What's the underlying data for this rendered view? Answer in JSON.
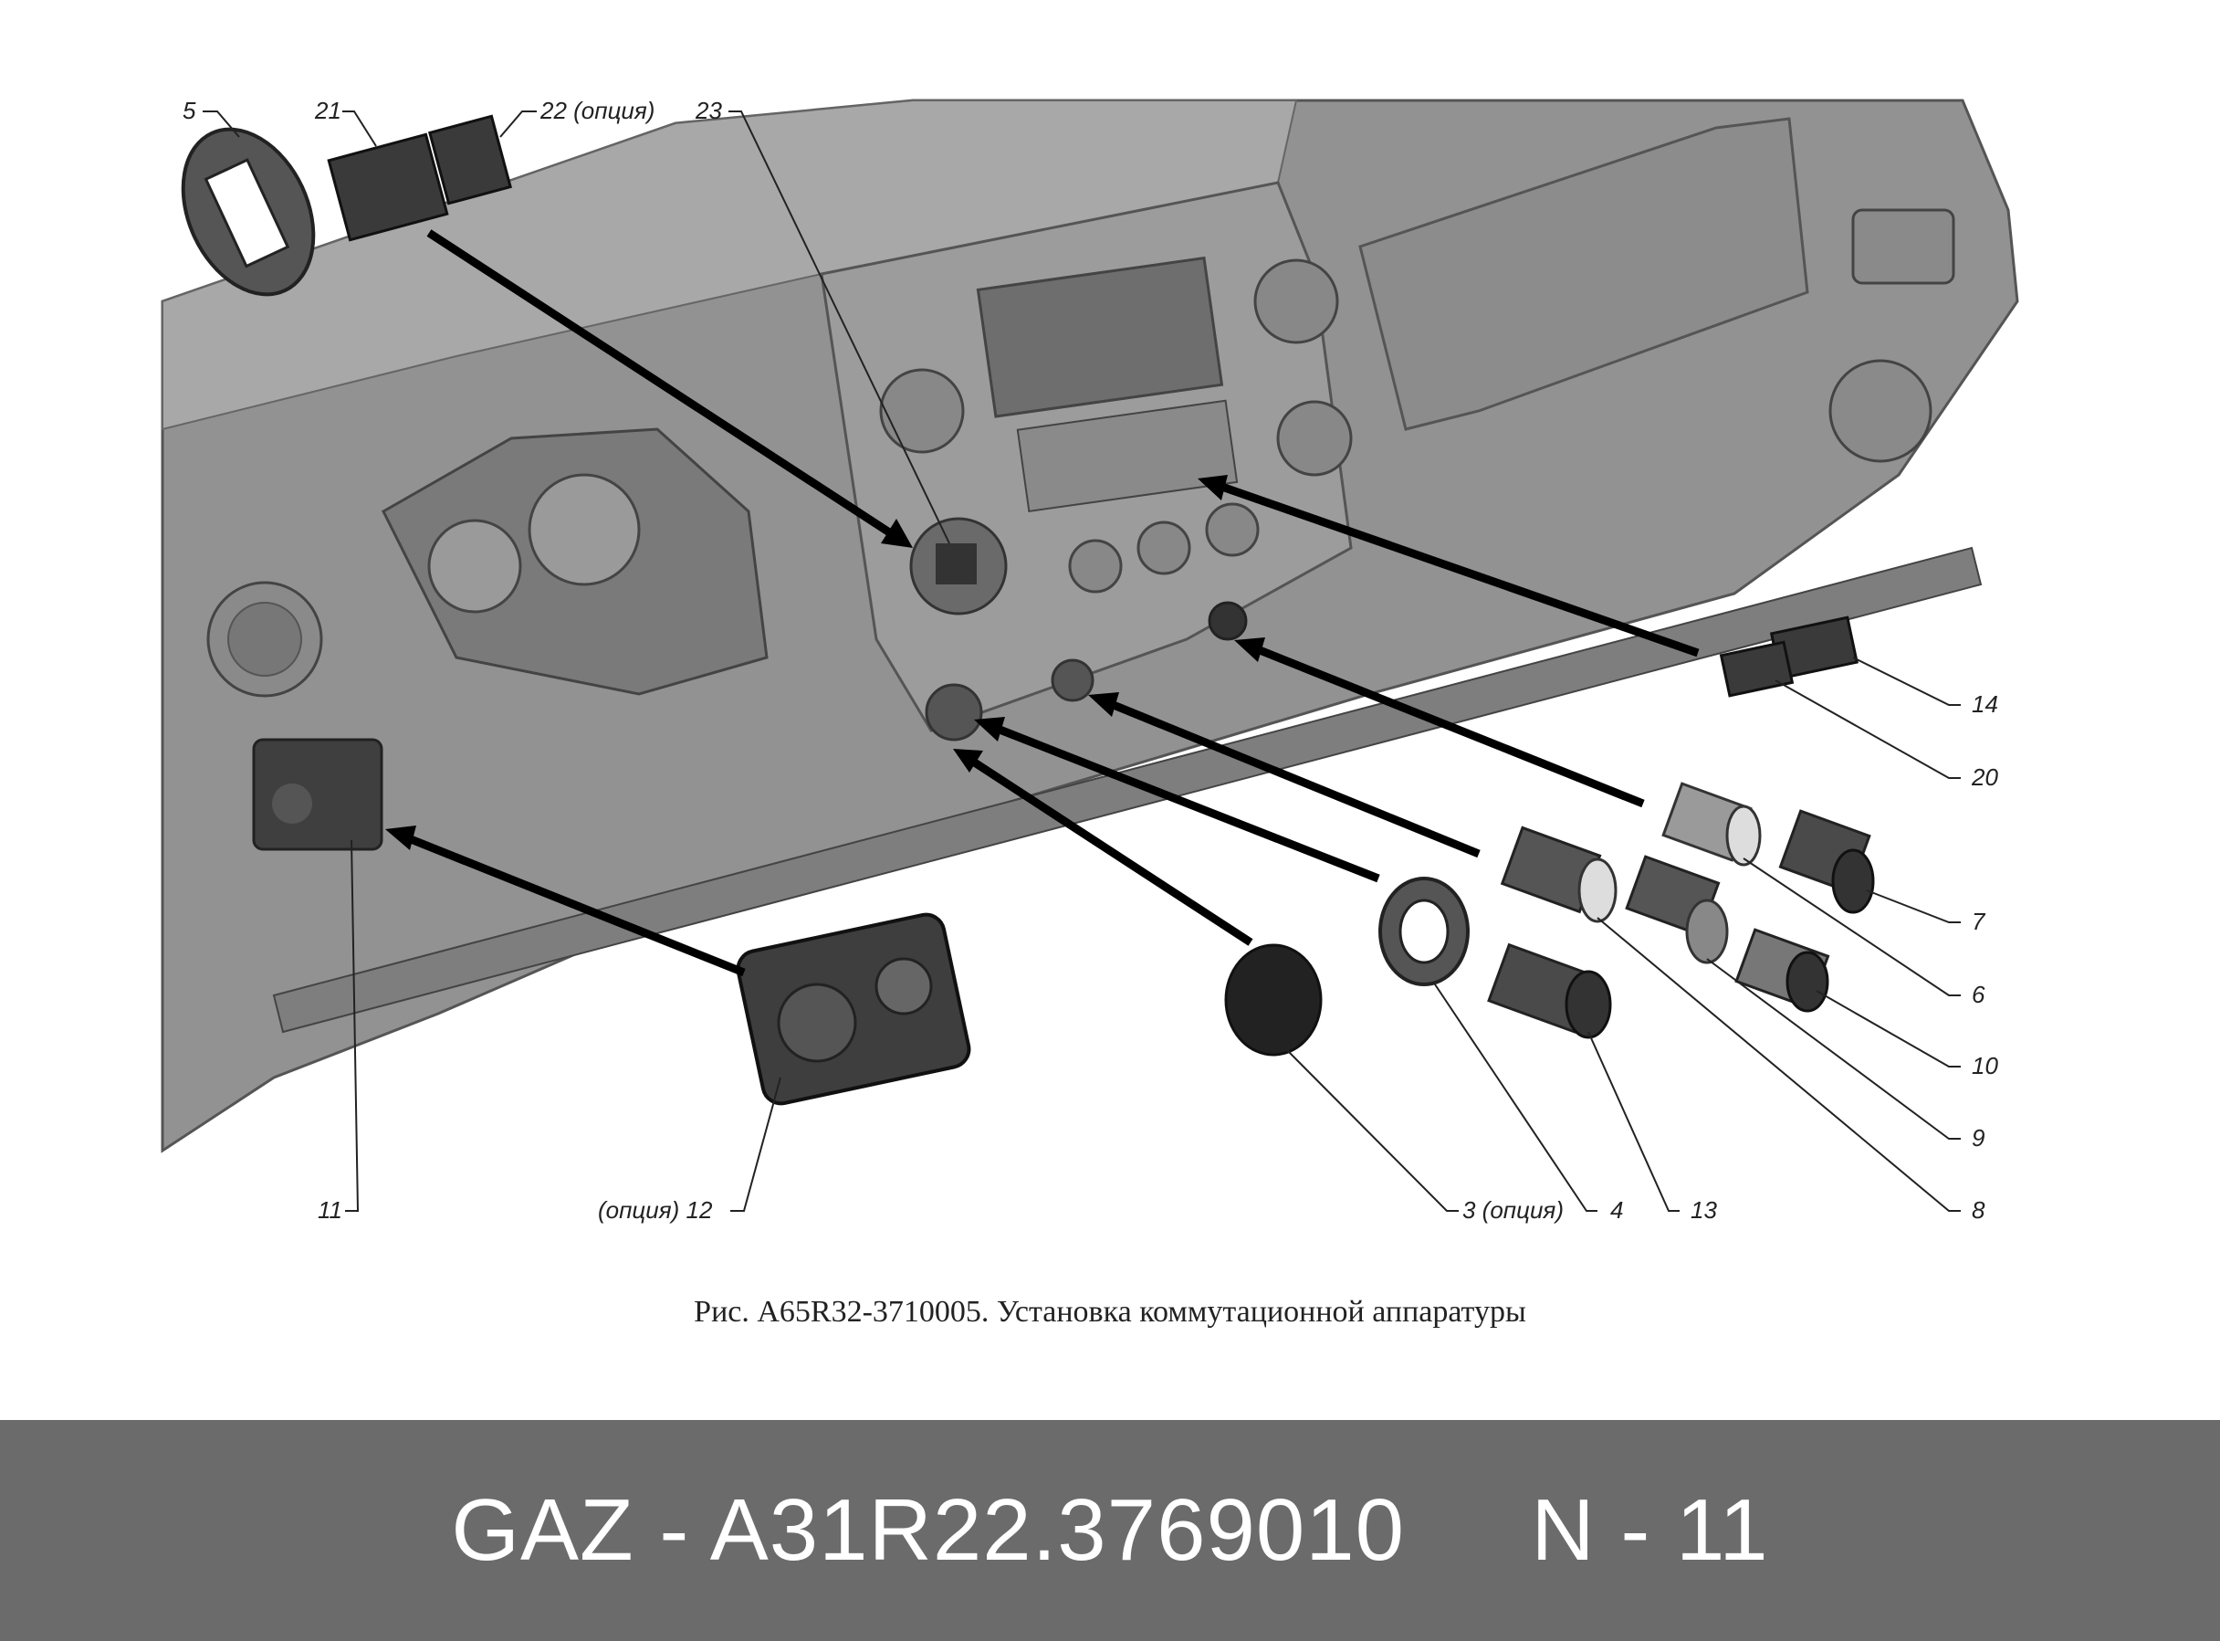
{
  "labels": {
    "l5": "5",
    "l21": "21",
    "l22": "22 (опция)",
    "l23": "23",
    "l14": "14",
    "l20": "20",
    "l7": "7",
    "l6": "6",
    "l10": "10",
    "l9": "9",
    "l8": "8",
    "l13": "13",
    "l4": "4",
    "l3": "3 (опция)",
    "l12": "(опция) 12",
    "l11": "11"
  },
  "caption": "Рис. А65R32-3710005. Установка коммутационной аппаратуры",
  "footer": {
    "brand": "GAZ",
    "part_number": "A31R22.3769010",
    "page": "N - 11"
  },
  "colors": {
    "dash": "#8f8f8f",
    "dash_dark": "#6a6a6a",
    "footer_bg": "#6b6b6b"
  }
}
